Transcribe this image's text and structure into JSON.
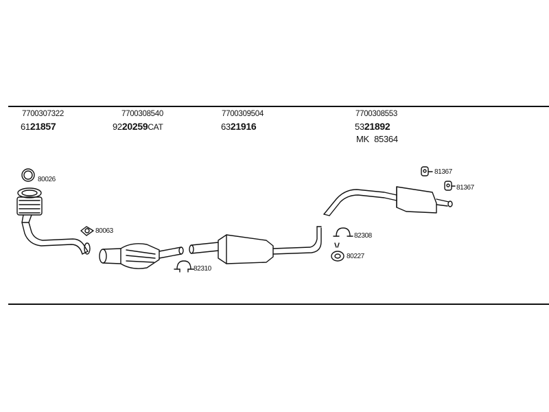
{
  "groups": [
    {
      "part_number": "7700307322",
      "prefix": "61",
      "code": "21857",
      "suffix": ""
    },
    {
      "part_number": "7700308540",
      "prefix": "92",
      "code": "20259",
      "suffix": "CAT"
    },
    {
      "part_number": "7700309504",
      "prefix": "63",
      "code": "21916",
      "suffix": ""
    },
    {
      "part_number": "7700308553",
      "prefix": "53",
      "code": "21892",
      "suffix": ""
    }
  ],
  "mk_line": {
    "prefix": "MK",
    "code": "85364"
  },
  "callouts": {
    "ring_80026": "80026",
    "gasket_80063": "80063",
    "clamp_82310": "82310",
    "clamp_82308": "82308",
    "rubber_80227": "80227",
    "hanger_81367_a": "81367",
    "hanger_81367_b": "81367"
  },
  "colors": {
    "line": "#111111",
    "background": "#ffffff"
  }
}
